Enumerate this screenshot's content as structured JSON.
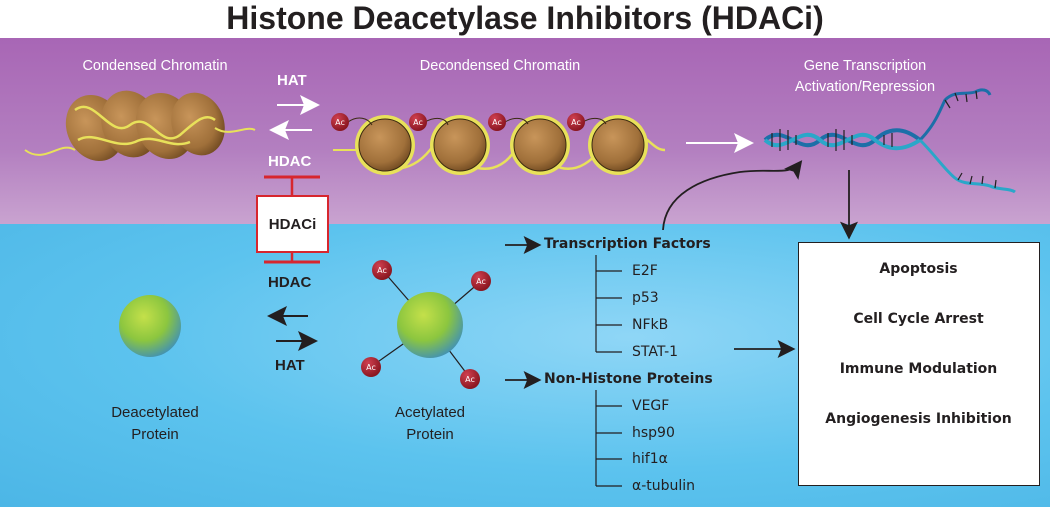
{
  "title": "Histone Deacetylase Inhibitors (HDACi)",
  "labels": {
    "condensed": "Condensed Chromatin",
    "decondensed": "Decondensed Chromatin",
    "gene_line1": "Gene Transcription",
    "gene_line2": "Activation/Repression",
    "hat_top": "HAT",
    "hdac_top": "HDAC",
    "hdaci": "HDACi",
    "hdac_bottom": "HDAC",
    "hat_bottom": "HAT",
    "deacetylated_line1": "Deacetylated",
    "deacetylated_line2": "Protein",
    "acetylated_line1": "Acetylated",
    "acetylated_line2": "Protein",
    "ac": "Ac"
  },
  "groups": [
    {
      "heading": "Transcription Factors",
      "items": [
        "E2F",
        "p53",
        "NFkB",
        "STAT-1"
      ]
    },
    {
      "heading": "Non-Histone Proteins",
      "items": [
        "VEGF",
        "hsp90",
        "hif1α",
        "α-tubulin"
      ]
    }
  ],
  "outcomes": [
    "Apoptosis",
    "Cell Cycle Arrest",
    "Immune Modulation",
    "Angiogenesis Inhibition"
  ],
  "colors": {
    "purple_band": "#b37fc0",
    "blue_band": "#5cc3ee",
    "inhibitor_red": "#d7262e",
    "acetyl_red": "#9b1b24",
    "nucleosome_brown": "#a0703a",
    "dna_yellow": "#e8e15a",
    "dna_blue": "#1c6fa8",
    "protein_green": "#8cc63f"
  }
}
